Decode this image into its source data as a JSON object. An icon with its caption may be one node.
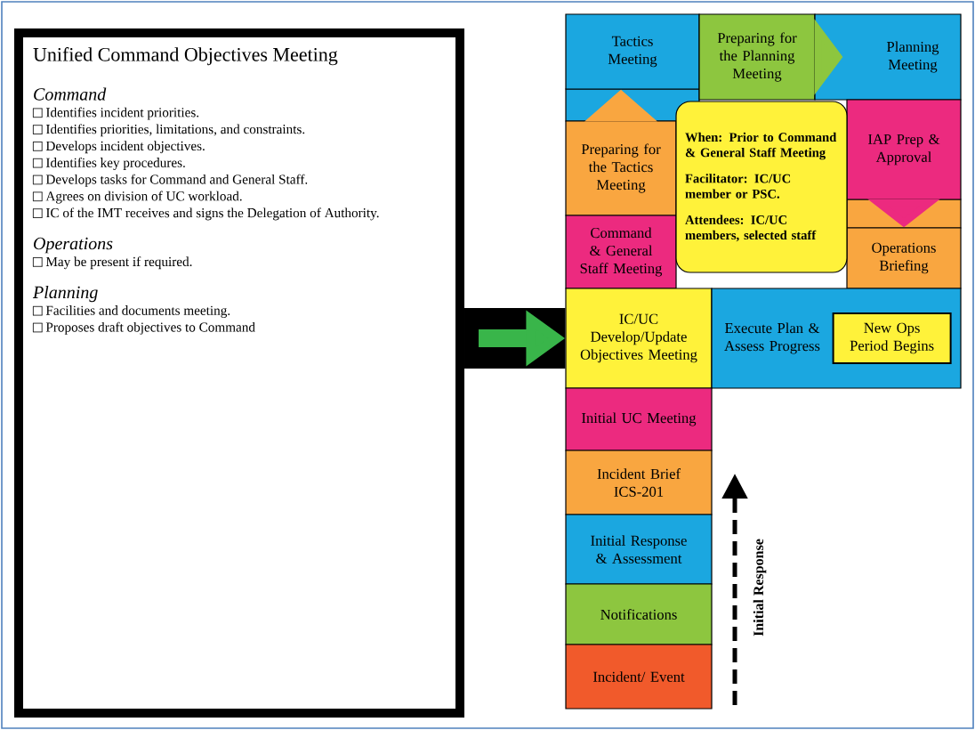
{
  "diagram": {
    "nodes": [
      {
        "text": [
          "Unified Command Objectives Meeting",
          "Command",
          "Identifies incident priorities.",
          "Identifies priorities, limitations, and constraints.",
          "Develops incident objectives.",
          "Identifies key procedures.",
          "Develops tasks for Command and General Staff.",
          "Agrees on division of UC workload.",
          "IC of the IMT receives and signs the Delegation of Authority.",
          "Operations",
          "May be present if required.",
          "Planning",
          "Facilities and documents meeting.",
          "Proposes draft objectives to Command"
        ]
      },
      {
        "text": [
          "Tactics Meeting"
        ]
      },
      {
        "text": [
          "Preparing for the Planning Meeting"
        ]
      },
      {
        "text": [
          "Planning Meeting"
        ]
      },
      {
        "text": [
          "Preparing for the Tactics Meeting"
        ]
      },
      {
        "text": [
          "When: Prior to Command & General Staff Meeting",
          "Facilitator: IC/UC member or PSC.",
          "Attendees: IC/UC members, selected staff"
        ]
      },
      {
        "text": [
          "IAP Prep & Approval"
        ]
      },
      {
        "text": [
          "Command & General Staff Meeting"
        ]
      },
      {
        "text": [
          "Operations Briefing"
        ]
      },
      {
        "text": [
          "IC/UC Develop/Update Objectives Meeting"
        ]
      },
      {
        "text": [
          "Execute Plan & Assess Progress"
        ]
      },
      {
        "text": [
          "New Ops Period Begins"
        ],
        "in": 10
      },
      {
        "text": [
          "Initial UC Meeting"
        ]
      },
      {
        "text": [
          "Incident Brief ICS-201"
        ]
      },
      {
        "text": [
          "Initial Response & Assessment"
        ]
      },
      {
        "text": [
          "Notifications"
        ]
      },
      {
        "text": [
          "Incident/ Event"
        ]
      }
    ],
    "edges": [
      {
        "from": 0,
        "to": 9,
        "arrow": "to",
        "color": "#39b54a"
      },
      {
        "from": 2,
        "to": 3,
        "arrow": "to",
        "color": "#8dc63f"
      },
      {
        "from": 4,
        "to": 1,
        "arrow": "to",
        "color": "#f9a640"
      },
      {
        "from": 6,
        "to": 8,
        "arrow": "to",
        "color": "#ec2a7f"
      }
    ],
    "labels": [
      "Initial Response"
    ]
  }
}
